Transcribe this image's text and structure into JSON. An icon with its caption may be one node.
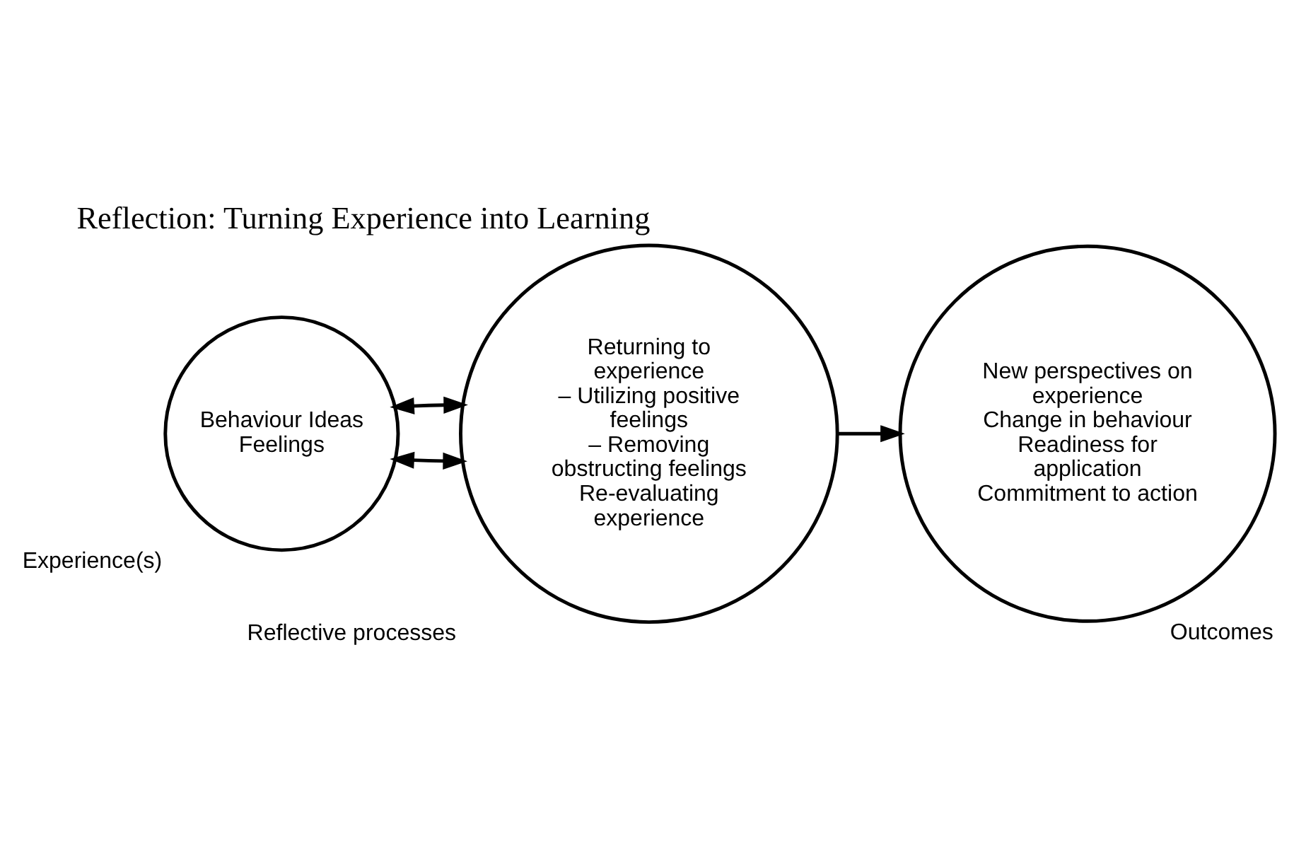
{
  "diagram": {
    "title": "Reflection: Turning Experience into Learning",
    "nodes": [
      {
        "text": [
          "Behaviour Ideas Feelings"
        ],
        "beside": [
          "Experience(s)"
        ]
      },
      {
        "text": [
          "Returning to experience",
          "– Utilizing positive feelings",
          "– Removing obstructing feelings",
          "Re-evaluating experience"
        ],
        "beside": [
          "Reflective processes"
        ]
      },
      {
        "text": [
          "New perspectives on experience",
          "Change in behaviour",
          "Readiness for application",
          "Commitment to action"
        ],
        "beside": [
          "Outcomes"
        ]
      }
    ],
    "edges": [
      {
        "from": 0,
        "to": 1,
        "arrow": "both"
      },
      {
        "from": 0,
        "to": 1,
        "arrow": "both"
      },
      {
        "from": 1,
        "to": 2,
        "arrow": "to"
      }
    ]
  }
}
